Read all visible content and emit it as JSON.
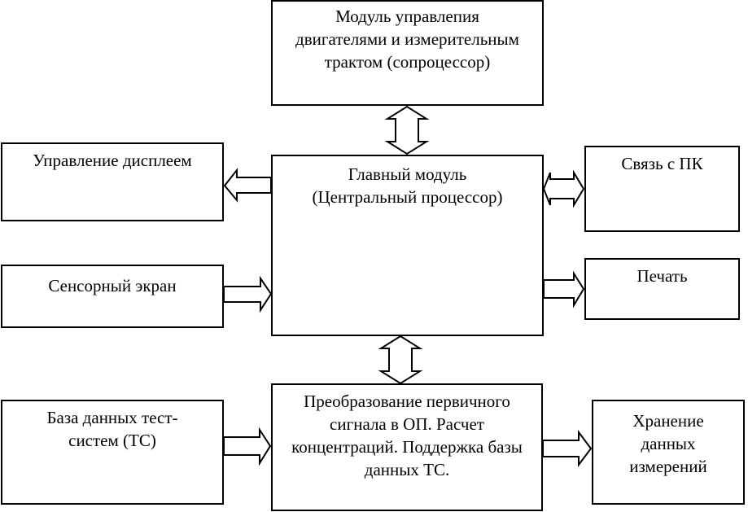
{
  "diagram": {
    "blocks": {
      "coprocessor": "Модуль управлепия двигателями и измерительным трактом (сопроцессор)",
      "main": "Главный модуль (Центральный процессор)",
      "display": "Управление дисплеем",
      "touchscreen": "Сенсорный экран",
      "pc_link": "Связь с ПК",
      "print": "Печать",
      "conversion": "Преобразование первичного сигнала в ОП. Расчет концентраций. Поддержка базы данных ТС.",
      "ts_database": "База данных тест-систем (ТС)",
      "storage": "Хранение данных измерений"
    },
    "connections": [
      {
        "from": "coprocessor",
        "to": "main",
        "direction": "bidirectional"
      },
      {
        "from": "main",
        "to": "display",
        "direction": "one-way"
      },
      {
        "from": "touchscreen",
        "to": "main",
        "direction": "one-way"
      },
      {
        "from": "main",
        "to": "pc_link",
        "direction": "bidirectional"
      },
      {
        "from": "main",
        "to": "print",
        "direction": "one-way"
      },
      {
        "from": "main",
        "to": "conversion",
        "direction": "bidirectional"
      },
      {
        "from": "ts_database",
        "to": "conversion",
        "direction": "one-way"
      },
      {
        "from": "conversion",
        "to": "storage",
        "direction": "one-way"
      }
    ]
  }
}
